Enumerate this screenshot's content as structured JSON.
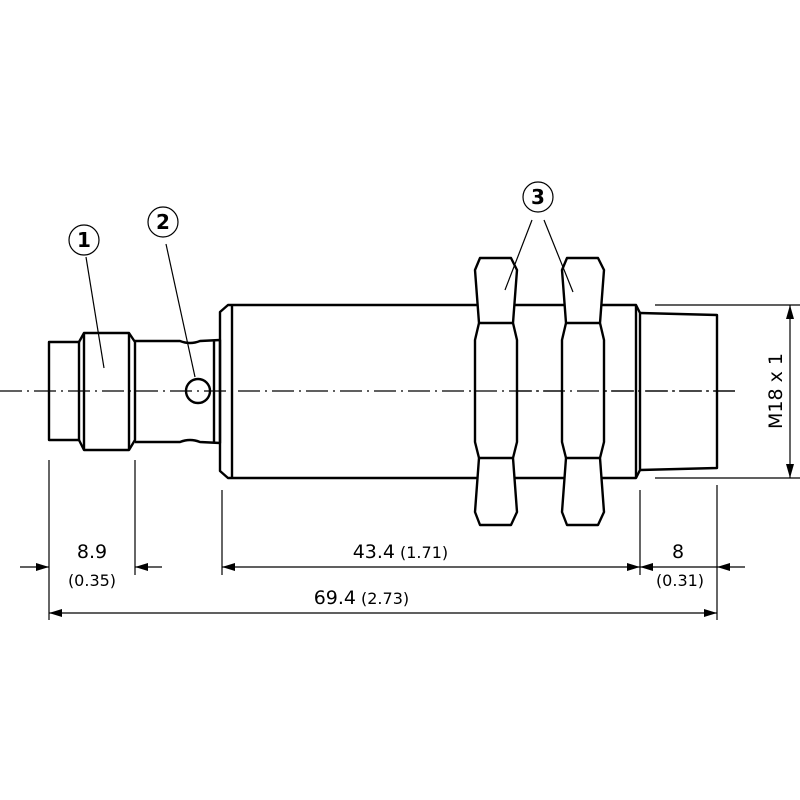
{
  "callouts": {
    "c1": "1",
    "c2": "2",
    "c3": "3"
  },
  "dimensions": {
    "d1_mm": "8.9",
    "d1_in": "(0.35)",
    "d2_mm": "43.4",
    "d2_in": "(1.71)",
    "d3_mm": "8",
    "d3_in": "(0.31)",
    "d4_mm": "69.4",
    "d4_in": "(2.73)",
    "thread": "M18 x 1"
  }
}
